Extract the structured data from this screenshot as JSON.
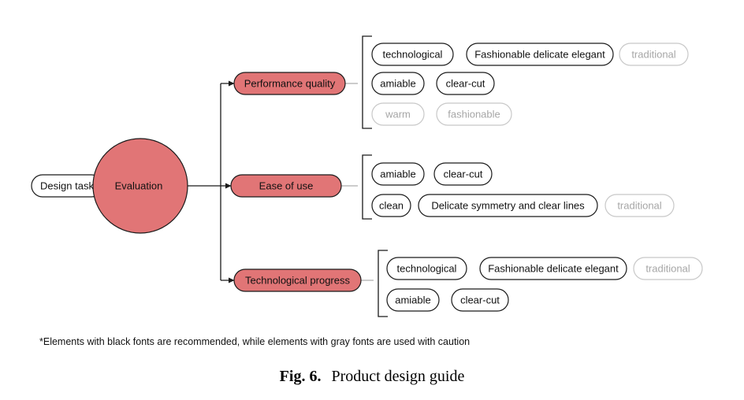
{
  "colors": {
    "accent_fill": "#e17576",
    "line": "#1a1a1a",
    "recommended_text": "#111111",
    "caution_text": "#a6a6a6",
    "caution_border": "#c8c8c8"
  },
  "input_node": {
    "label": "Design task"
  },
  "center_node": {
    "label": "Evaluation"
  },
  "categories": [
    {
      "label": "Performance quality",
      "tag_rows": [
        [
          {
            "label": "technological",
            "status": "recommended"
          },
          {
            "label": "Fashionable delicate elegant",
            "status": "recommended"
          },
          {
            "label": "traditional",
            "status": "caution"
          }
        ],
        [
          {
            "label": "amiable",
            "status": "recommended"
          },
          {
            "label": "clear-cut",
            "status": "recommended"
          }
        ],
        [
          {
            "label": "warm",
            "status": "caution"
          },
          {
            "label": "fashionable",
            "status": "caution"
          }
        ]
      ]
    },
    {
      "label": "Ease of use",
      "tag_rows": [
        [
          {
            "label": "amiable",
            "status": "recommended"
          },
          {
            "label": "clear-cut",
            "status": "recommended"
          }
        ],
        [
          {
            "label": "clean",
            "status": "recommended"
          },
          {
            "label": "Delicate symmetry and clear lines",
            "status": "recommended"
          },
          {
            "label": "traditional",
            "status": "caution"
          }
        ]
      ]
    },
    {
      "label": "Technological progress",
      "tag_rows": [
        [
          {
            "label": "technological",
            "status": "recommended"
          },
          {
            "label": "Fashionable delicate elegant",
            "status": "recommended"
          },
          {
            "label": "traditional",
            "status": "caution"
          }
        ],
        [
          {
            "label": "amiable",
            "status": "recommended"
          },
          {
            "label": "clear-cut",
            "status": "recommended"
          }
        ]
      ]
    }
  ],
  "footnote": "*Elements with black fonts are recommended, while elements with gray fonts are used with caution",
  "caption": {
    "label": "Fig. 6.",
    "text": "Product design guide"
  }
}
